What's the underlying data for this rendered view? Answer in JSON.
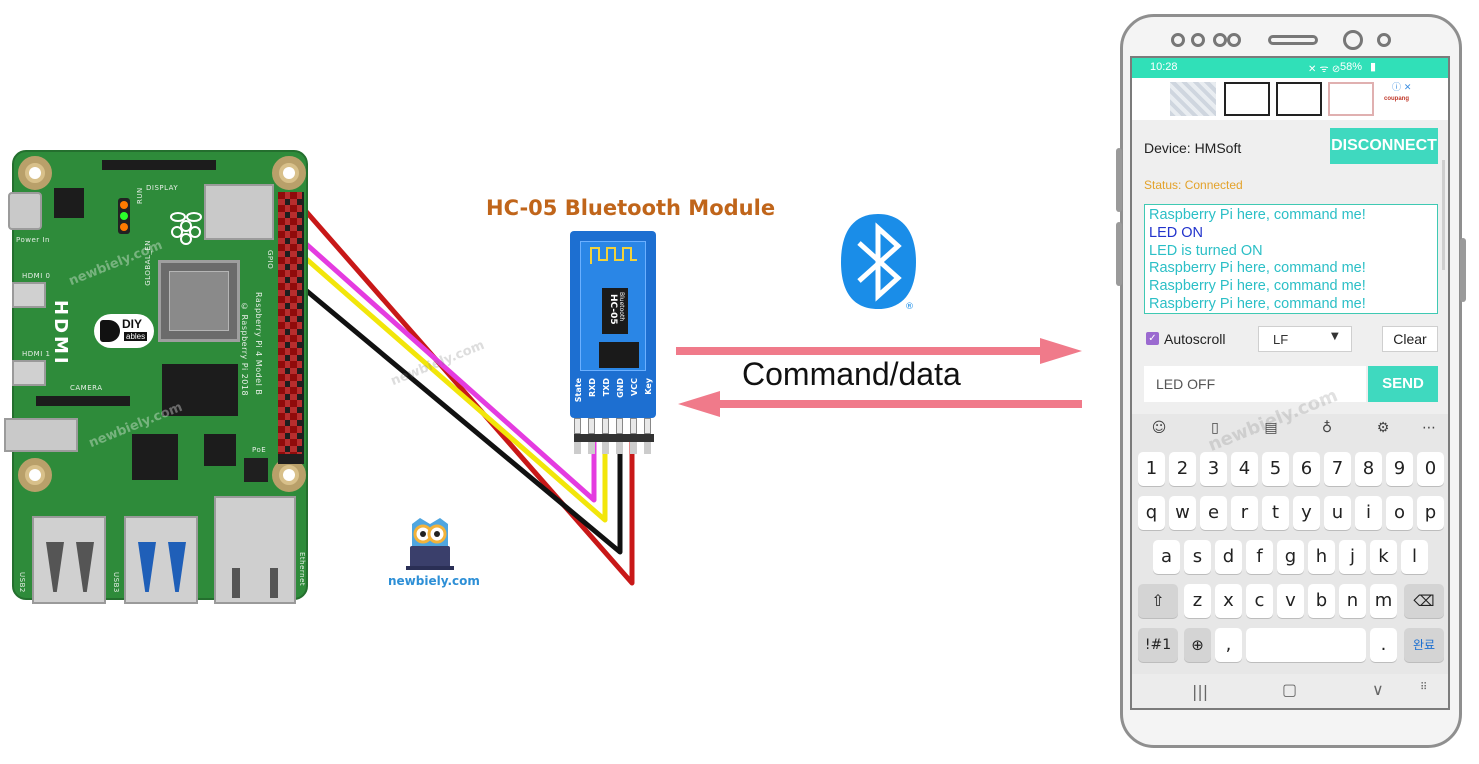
{
  "diagram": {
    "hc05_title": "HC-05 Bluetooth Module",
    "center_label": "Command/data",
    "watermark": "newbiely.com",
    "colors": {
      "arrow": "#f07a8a",
      "wire_red": "#c81818",
      "wire_yellow": "#f2e60a",
      "wire_magenta": "#e43ce0",
      "wire_black": "#111111",
      "bluetooth": "#1a8de8"
    }
  },
  "raspberry_pi": {
    "silk_display": "DISPLAY",
    "silk_power": "Power In",
    "silk_hdmi0": "HDMI 0",
    "silk_hdmi1": "HDMI 1",
    "silk_camera": "CAMERA",
    "silk_hdmi": "HDMI",
    "silk_model": "Raspberry Pi 4 Model B",
    "silk_copyright": "© Raspberry Pi 2018",
    "silk_gpio": "GPIO",
    "silk_run": "RUN",
    "silk_global_en": "GLOBAL_EN",
    "silk_poe": "PoE",
    "silk_usb2": "USB2",
    "silk_usb3": "USB3",
    "silk_ethernet": "Ethernet",
    "diy_logo": "DIY",
    "diy_logo_sub": "ables"
  },
  "hc05": {
    "chip_label": "HC-05",
    "chip_sub": "Bluetooth",
    "pins": [
      "State",
      "RXD",
      "TXD",
      "GND",
      "VCC",
      "Key"
    ]
  },
  "newbiely_logo": {
    "text": "newbiely.com"
  },
  "phone": {
    "status_time": "10:28",
    "status_battery": "58%",
    "ad_brand": "coupang",
    "ad_close": "ⓘ ✕",
    "device_label": "Device:  HMSoft",
    "disconnect_label": "DISCONNECT",
    "status_label": "Status: Connected",
    "log": [
      {
        "text": "Raspberry Pi here, command me!",
        "color": "#2bbfc6"
      },
      {
        "text": "LED ON",
        "color": "#2233cc"
      },
      {
        "text": "LED is turned ON",
        "color": "#2bbfc6"
      },
      {
        "text": "Raspberry Pi here, command me!",
        "color": "#2bbfc6"
      },
      {
        "text": "Raspberry Pi here, command me!",
        "color": "#2bbfc6"
      },
      {
        "text": "Raspberry Pi here, command me!",
        "color": "#2bbfc6"
      }
    ],
    "autoscroll_label": "Autoscroll",
    "autoscroll_checked": true,
    "line_ending": "LF",
    "clear_label": "Clear",
    "input_value": "LED OFF",
    "send_label": "SEND",
    "keyboard": {
      "toolbar_icons": [
        "emoji-icon",
        "clipboard-icon",
        "sticker-icon",
        "microphone-icon",
        "settings-icon",
        "more-icon"
      ],
      "row_numbers": [
        "1",
        "2",
        "3",
        "4",
        "5",
        "6",
        "7",
        "8",
        "9",
        "0"
      ],
      "row_top": [
        "q",
        "w",
        "e",
        "r",
        "t",
        "y",
        "u",
        "i",
        "o",
        "p"
      ],
      "row_mid": [
        "a",
        "s",
        "d",
        "f",
        "g",
        "h",
        "j",
        "k",
        "l"
      ],
      "row_bottom": [
        "z",
        "x",
        "c",
        "v",
        "b",
        "n",
        "m"
      ],
      "symbols_key": "!#1",
      "comma_key": ",",
      "period_key": ".",
      "done_key": "완료"
    }
  }
}
